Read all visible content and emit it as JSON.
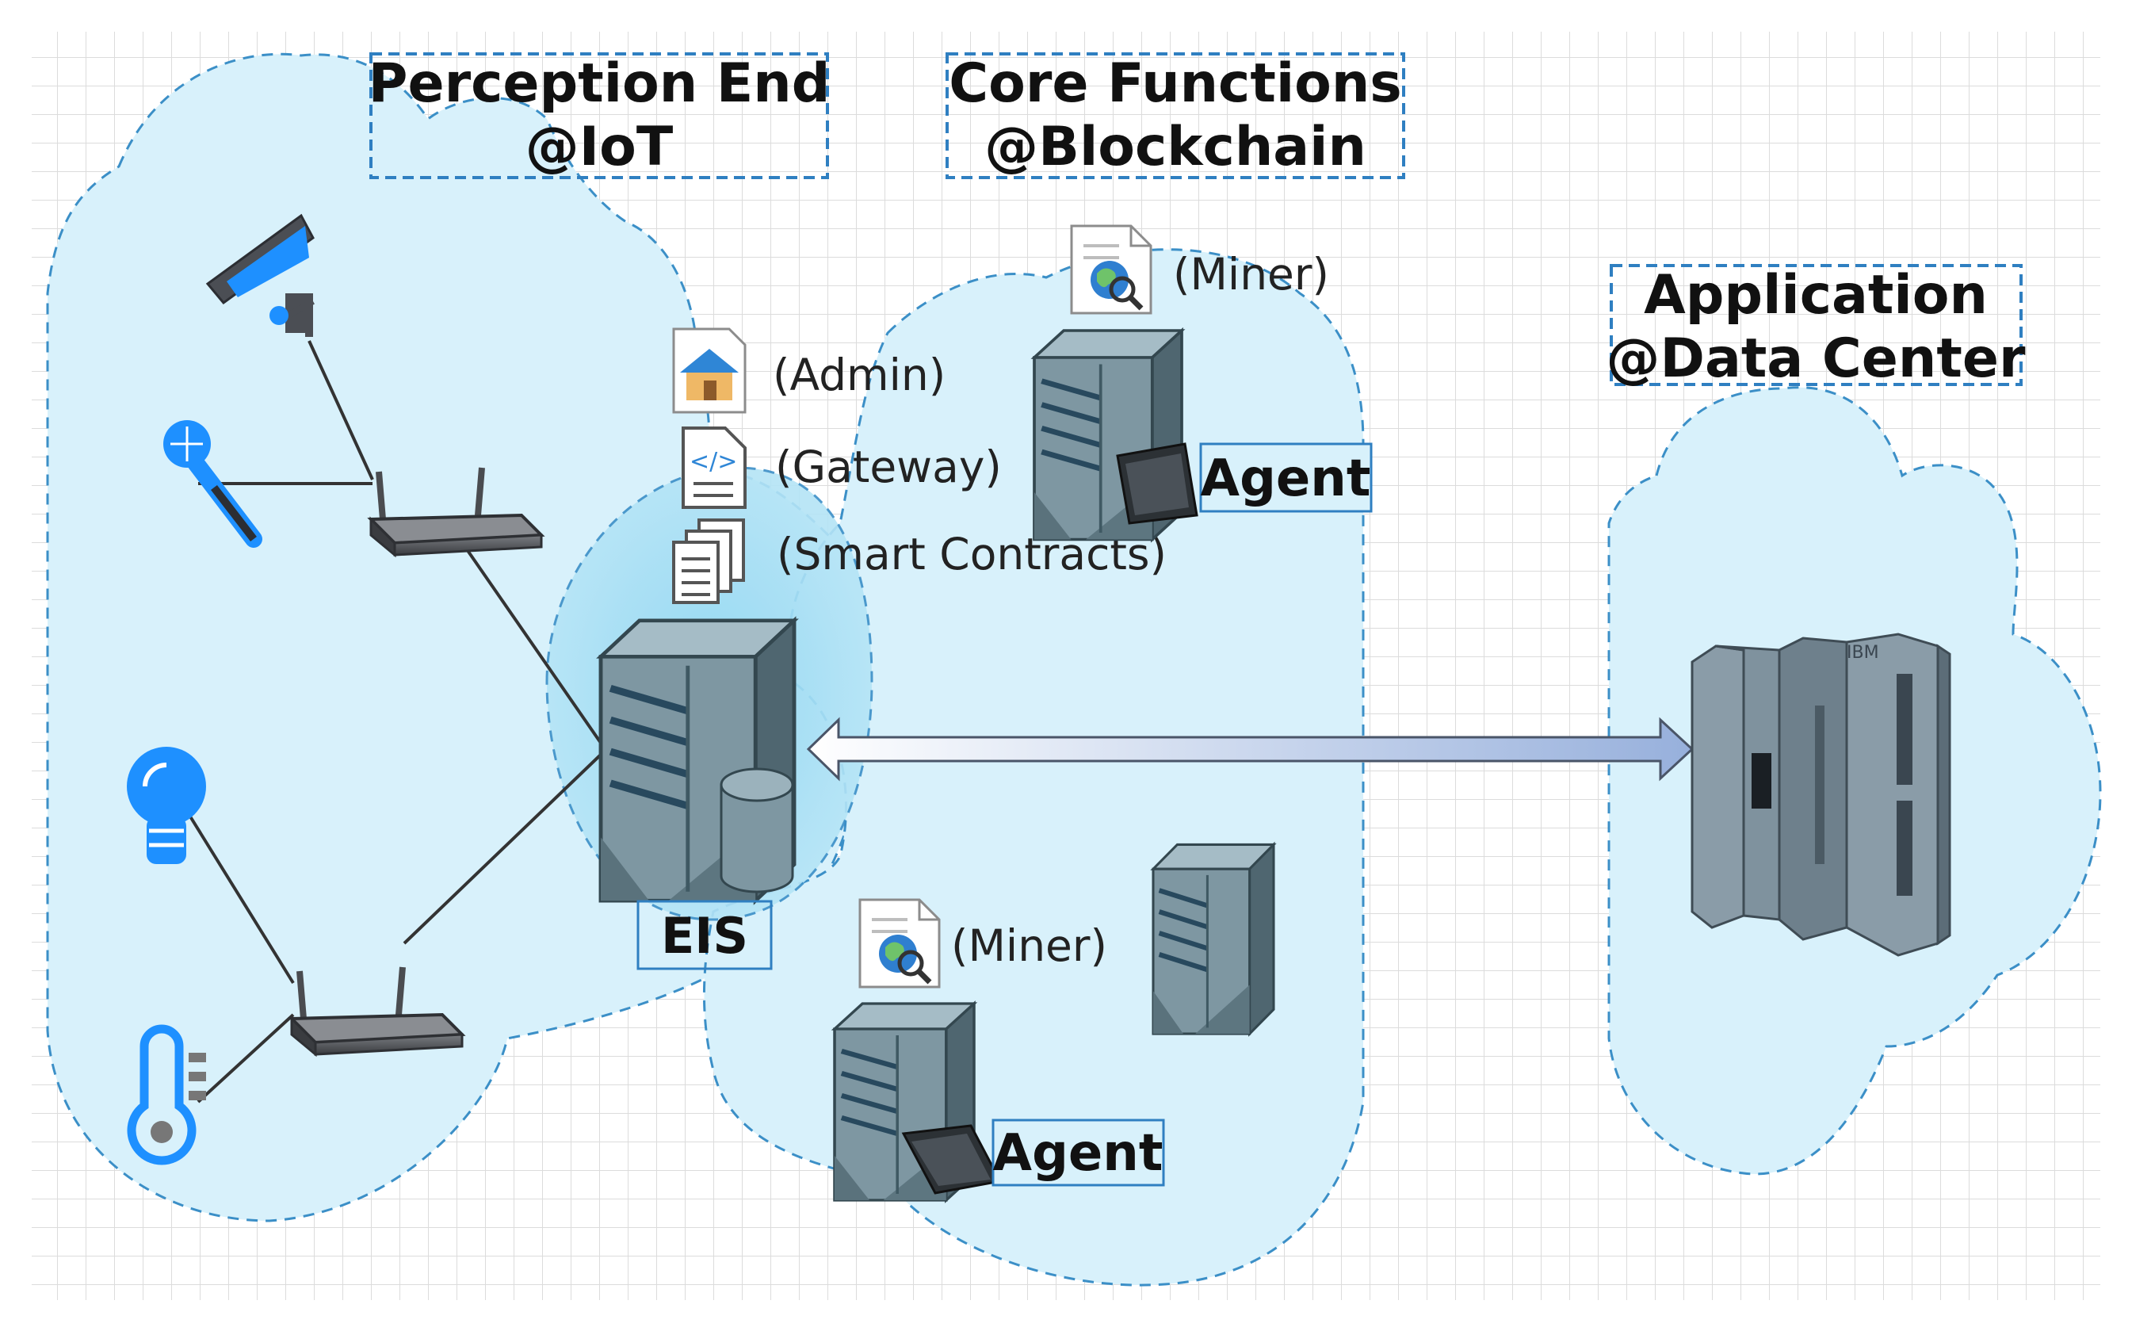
{
  "titles": {
    "perception_line1": "Perception End",
    "perception_line2": "@IoT",
    "core_line1": "Core Functions",
    "core_line2": "@Blockchain",
    "application_line1": "Application",
    "application_line2": "@Data Center"
  },
  "labels": {
    "admin": "(Admin)",
    "gateway": "(Gateway)",
    "smart_contracts": "(Smart Contracts)",
    "miner_top": "(Miner)",
    "miner_bottom": "(Miner)",
    "agent_top": "Agent",
    "agent_bottom": "Agent",
    "eis": "EIS",
    "ibm": "IBM"
  },
  "icons": {
    "sensors": [
      "cctv-camera-icon",
      "microphone-icon",
      "light-bulb-icon",
      "thermometer-icon"
    ],
    "network": [
      "wifi-router-icon"
    ],
    "documents": [
      "admin-document-icon",
      "gateway-code-document-icon",
      "smart-contracts-stack-icon",
      "miner-search-document-icon"
    ],
    "servers": [
      "eis-server-icon",
      "miner-server-icon",
      "data-center-mainframe-icon"
    ]
  },
  "colors": {
    "cloud_fill": "#d6f0fa",
    "cloud_stroke": "#3b8fc7",
    "sensor_blue": "#1e90ff",
    "server_body": "#6f8893",
    "arrow_fill": "#b7c8e6"
  }
}
